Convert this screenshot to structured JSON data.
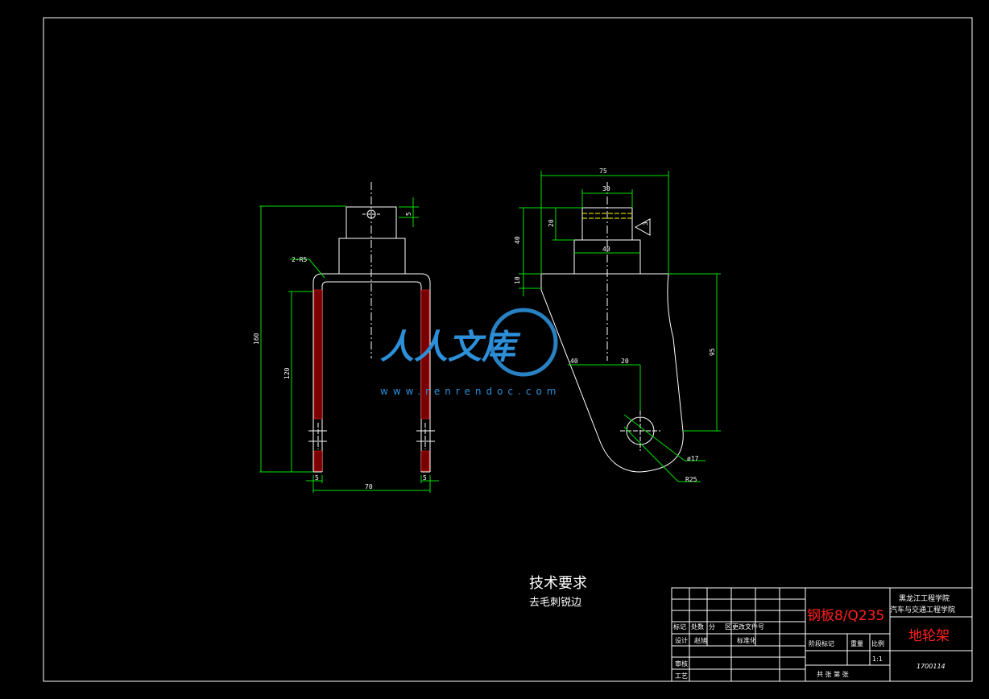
{
  "drawing": {
    "dims_front": {
      "r": "2-R5",
      "h_total": "160",
      "h_lower": "120",
      "top_small": "5",
      "w_left": "5",
      "w_mid": "70",
      "w_right": "5"
    },
    "dims_side": {
      "w_total": "75",
      "w_top": "30",
      "w_base": "40",
      "h_40": "40",
      "h_20": "20",
      "h_10": "10",
      "h_95": "95",
      "d40": "40",
      "d20": "20",
      "hole": "ø17",
      "radius": "R25",
      "weld": "3"
    },
    "tech_title": "技术要求",
    "tech_note": "去毛刺锐边"
  },
  "watermark": {
    "brand": "人人文库",
    "url": "www.renrendoc.com"
  },
  "title_block": {
    "material": "钢板8/Q235",
    "school_1": "黑龙江工程学院",
    "school_2": "汽车与交通工程学院",
    "part_name": "地轮架",
    "row_mark": "标记",
    "row_count": "处数",
    "row_zone": "分",
    "row_zone2": "区",
    "row_doc": "更改文件号",
    "row_design": "设计",
    "row_design_name": "赵旭",
    "row_std": "标准化",
    "stage_mark": "阶段标记",
    "weight": "重量",
    "scale_label": "比例",
    "scale": "1:1",
    "review": "审核",
    "process": "工艺",
    "sheets": "共 张 第 张",
    "code": "1700114"
  }
}
